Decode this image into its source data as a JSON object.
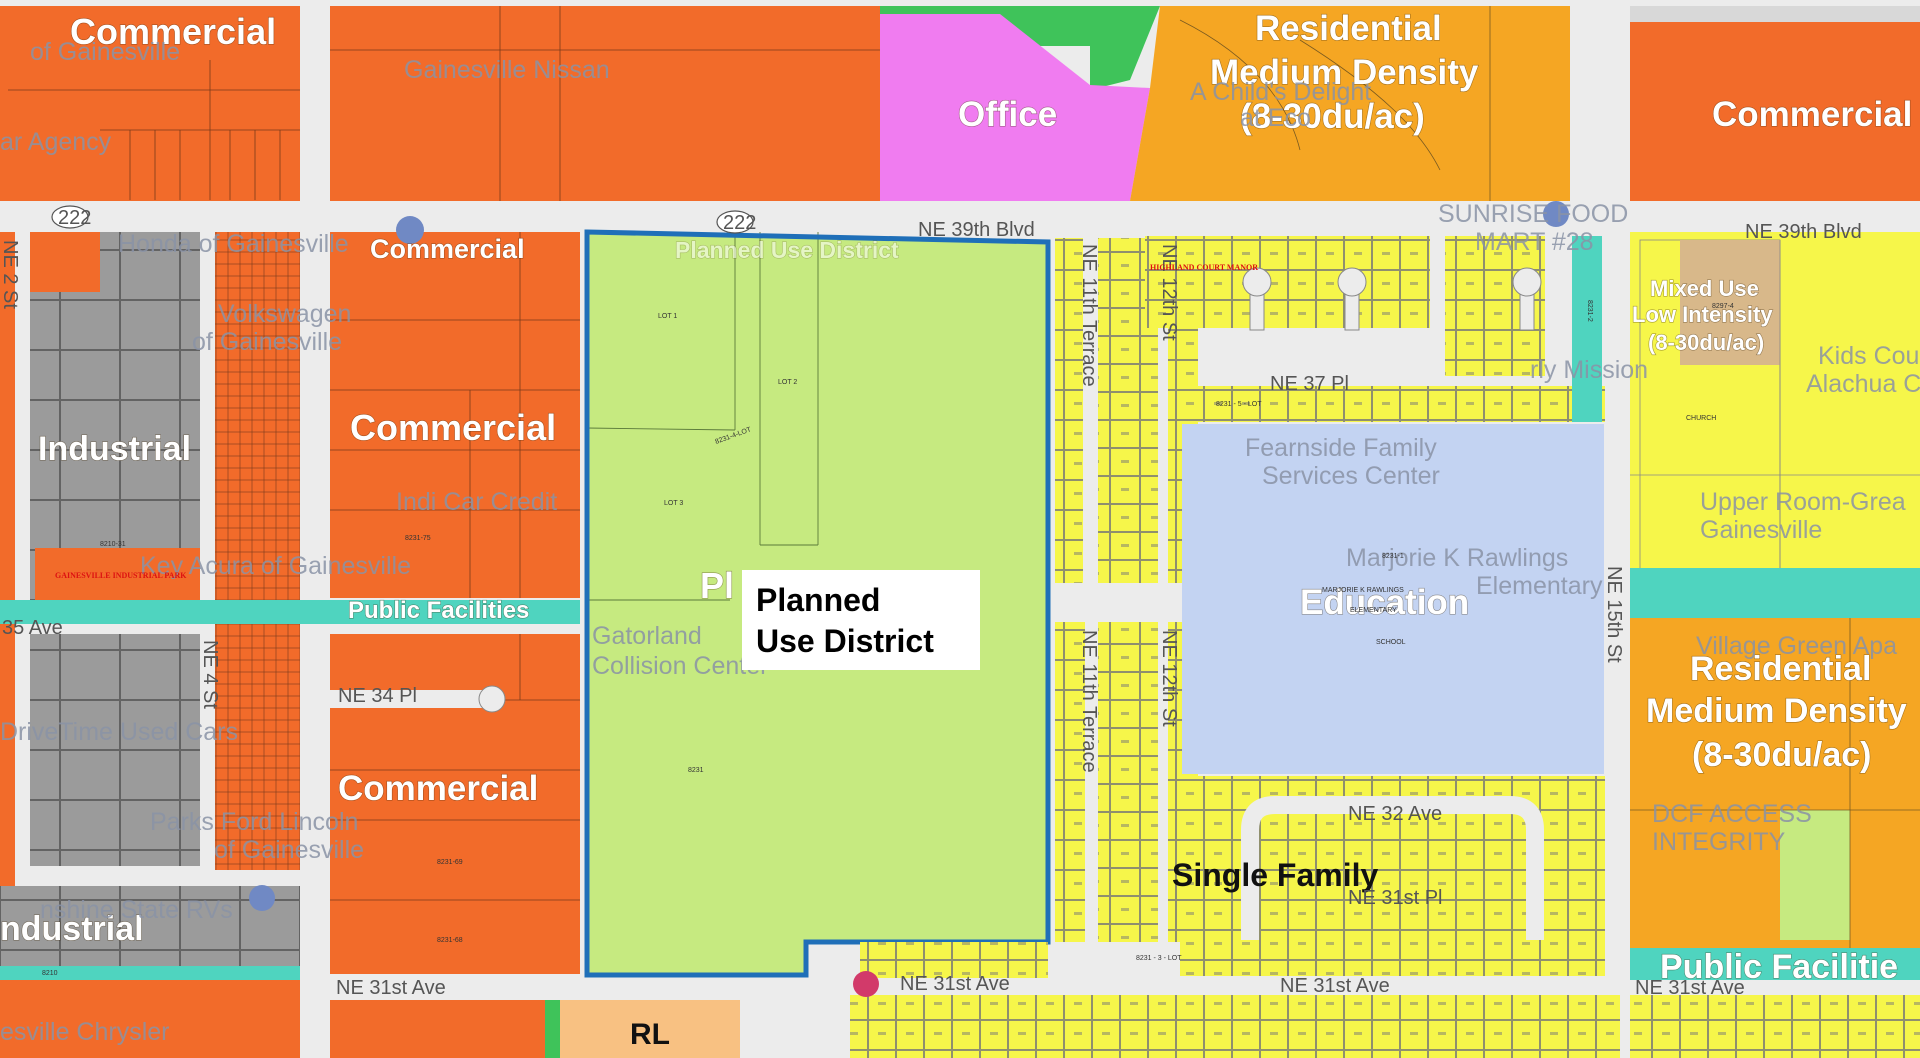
{
  "map": {
    "zones": {
      "commercial_nw": "Commercial",
      "office": "Office",
      "res_med_top_l1": "Residential",
      "res_med_top_l2": "Medium Density",
      "res_med_top_l3": "(8-30du/ac)",
      "commercial_ne": "Commercial",
      "commercial_mid_top": "Commercial",
      "commercial_mid": "Commercial",
      "commercial_mid_low": "Commercial",
      "industrial_w": "Industrial",
      "industrial_sw": "ndustrial",
      "public_facilities_w": "Public Facilities",
      "pud_faded": "Planned Use District",
      "pud_partial": "Pl",
      "education": "Education",
      "mixed_use_l1": "Mixed Use",
      "mixed_use_l2": "Low Intensity",
      "mixed_use_l3": "(8-30du/ac)",
      "res_med_e_l1": "Residential",
      "res_med_e_l2": "Medium Density",
      "res_med_e_l3": "(8-30du/ac)",
      "public_facilities_se": "Public Facilitie",
      "single_family": "Single Family",
      "rl": "RL"
    },
    "callout": {
      "line1": "Planned",
      "line2": "Use District"
    },
    "streets": {
      "ne39_west": "NE 39th Blvd",
      "ne39_east": "NE 39th Blvd",
      "ne37pl": "NE 37 Pl",
      "ne35ave": "35 Ave",
      "ne34pl": "NE 34 Pl",
      "ne32ave": "NE 32 Ave",
      "ne31stpl": "NE 31st Pl",
      "ne31ave_w": "NE 31st Ave",
      "ne31ave_m": "NE 31st Ave",
      "ne31ave_c": "NE 31st Ave",
      "ne31ave_e": "NE 31st Ave",
      "ne11terr_n": "NE 11th Terrace",
      "ne11terr_s": "NE 11th Terrace",
      "ne12st_n": "NE 12th St",
      "ne12st_s": "NE 12th St",
      "ne15st": "NE 15th St",
      "ne4st": "NE 4 St",
      "ne2st": "NE 2 St",
      "hwy222_a": "222",
      "hwy222_b": "222"
    },
    "pois": {
      "gainesville_nissan": "Gainesville Nissan",
      "of_gainesville": "of Gainesville",
      "agency": "ar Agency",
      "honda": "Honda of Gainesville",
      "volkswagen1": "Volkswagen",
      "volkswagen2": "of Gainesville",
      "indi_car": "Indi Car Credit",
      "key_acura": "Key Acura of Gainesville",
      "gatorland1": "Gatorland",
      "gatorland2": "Collision Center",
      "drivetime": "DriveTime Used Cars",
      "parks_ford1": "Parks Ford Lincoln",
      "parks_ford2": "of Gainesville",
      "sunshine": "nshine State RVs",
      "chrysler": "esville Chrysler",
      "sunrise1": "SUNRISE FOOD",
      "sunrise2": "MART #28",
      "childs1": "A Child's Delight",
      "childs2": "at Eco",
      "fearnside1": "Fearnside Family",
      "fearnside2": "Services Center",
      "marjorie1": "Marjorie K Rawlings",
      "marjorie2": "Elementary",
      "kids_count1": "Kids Count",
      "kids_count2": "Alachua Co",
      "upper_room1": "Upper Room-Grea",
      "upper_room2": "Gainesville",
      "village_green": "Village Green Apa",
      "dcf1": "DCF ACCESS",
      "dcf2": "INTEGRITY",
      "early_mission": "rly Mission"
    },
    "parcels": {
      "school1": "MARJORIE K RAWLINGS",
      "school2": "ELEMENTARY",
      "school3": "SCHOOL",
      "school_id": "8231-1",
      "pud_id": "8231",
      "lot_a": "LOT 1",
      "lot_b": "LOT 2",
      "lot_c": "LOT 3",
      "lot_d": "8231-4-LOT",
      "lot_e": "8231 - 5 - LOT",
      "lot_f": "8231 - 3 - LOT",
      "industrial_park": "GAINESVILLE INDUSTRIAL PARK",
      "highland": "HIGHLAND COURT MANOR",
      "church": "CHURCH",
      "id_8231_75": "8231-75",
      "id_8231_69": "8231-69",
      "id_8231_68": "8231-68",
      "id_8210_31": "8210-31",
      "id_8210": "8210",
      "id_8231_2": "8231-2",
      "id_8297_4": "8297-4"
    },
    "colors": {
      "commercial": "#f26b2a",
      "industrial": "#9b9b9b",
      "office": "#f07cf0",
      "residential_medium": "#f5a623",
      "planned_use": "#c6ea80",
      "education": "#c3d3f2",
      "single_family": "#f6f64a",
      "mixed_use": "#f6f64a",
      "public_facilities": "#4fd4bf",
      "green_space": "#3fc35a",
      "boundary": "#1f6fb8"
    }
  }
}
